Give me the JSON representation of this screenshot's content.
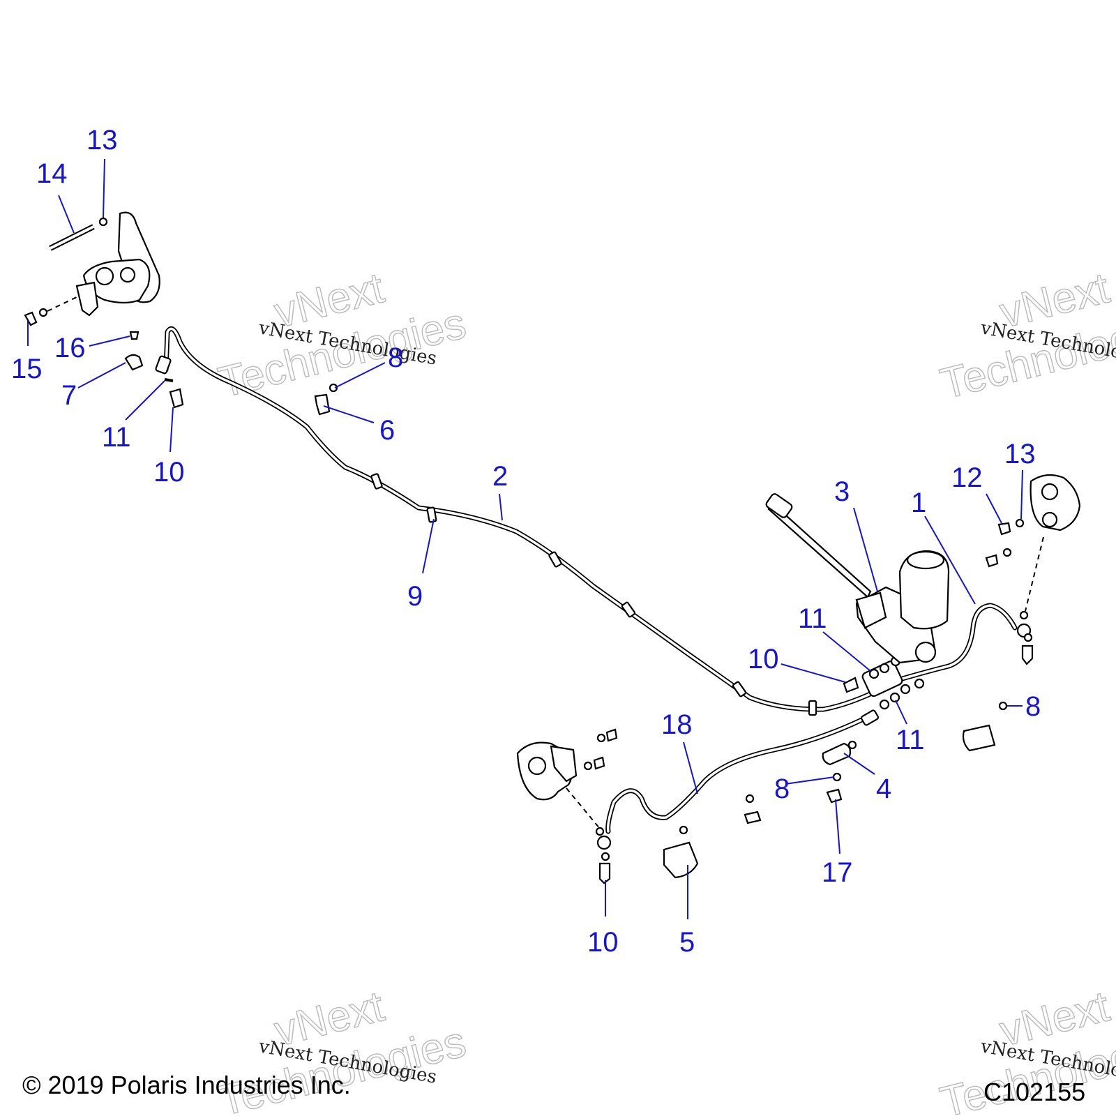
{
  "callouts": {
    "c14": "14",
    "c13a": "13",
    "c15": "15",
    "c16": "16",
    "c7": "7",
    "c11a": "11",
    "c10a": "10",
    "c8a": "8",
    "c6": "6",
    "c2": "2",
    "c9": "9",
    "c3": "3",
    "c1": "1",
    "c12": "12",
    "c13b": "13",
    "c11b": "11",
    "c10b": "10",
    "c18": "18",
    "c8b": "8",
    "c11c": "11",
    "c4": "4",
    "c8c": "8",
    "c17": "17",
    "c10c": "10",
    "c5": "5"
  },
  "watermark": {
    "small": "vNext Technologies",
    "big_top": "vNext",
    "big_bottom": "Technologies"
  },
  "footer": {
    "copyright": "© 2019 Polaris Industries Inc.",
    "figure_code": "C102155"
  },
  "colors": {
    "callout": "#1414d2",
    "line_art": "#000000",
    "watermark_outline": "#bdbdbd"
  }
}
